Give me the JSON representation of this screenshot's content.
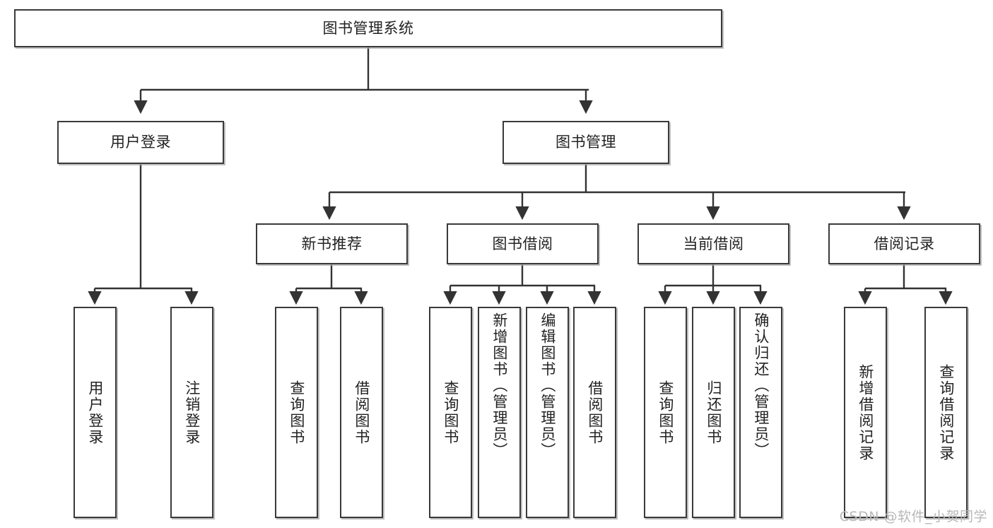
{
  "diagram": {
    "type": "tree",
    "title": "图书管理系统",
    "watermark": "CSDN @软件_小贺同学",
    "colors": {
      "box_border": "#3a3a3a",
      "box_fill": "#ffffff",
      "edge": "#333333",
      "text": "#222222",
      "watermark": "#b8b8b8"
    },
    "nodes": {
      "root": {
        "label": "图书管理系统"
      },
      "level2": [
        {
          "id": "user_login",
          "label": "用户登录"
        },
        {
          "id": "book_manage",
          "label": "图书管理"
        }
      ],
      "level3": [
        {
          "id": "new_book_rec",
          "label": "新书推荐"
        },
        {
          "id": "book_borrow",
          "label": "图书借阅"
        },
        {
          "id": "current_borrow",
          "label": "当前借阅"
        },
        {
          "id": "borrow_record",
          "label": "借阅记录"
        }
      ],
      "leaves": {
        "user_login": [
          {
            "id": "leaf_user_login",
            "label": "用户登录"
          },
          {
            "id": "leaf_user_logout",
            "label": "注销登录"
          }
        ],
        "new_book_rec": [
          {
            "id": "leaf_query_book_1",
            "label": "查询图书"
          },
          {
            "id": "leaf_borrow_book_1",
            "label": "借阅图书"
          }
        ],
        "book_borrow": [
          {
            "id": "leaf_query_book_2",
            "label": "查询图书"
          },
          {
            "id": "leaf_add_book",
            "label": "新增图书（管理员）"
          },
          {
            "id": "leaf_edit_book",
            "label": "编辑图书（管理员）"
          },
          {
            "id": "leaf_borrow_book_2",
            "label": "借阅图书"
          }
        ],
        "current_borrow": [
          {
            "id": "leaf_query_book_3",
            "label": "查询图书"
          },
          {
            "id": "leaf_return_book",
            "label": "归还图书"
          },
          {
            "id": "leaf_confirm_return",
            "label": "确认归还（管理员）"
          }
        ],
        "borrow_record": [
          {
            "id": "leaf_add_record",
            "label": "新增借阅记录"
          },
          {
            "id": "leaf_query_record",
            "label": "查询借阅记录"
          }
        ]
      }
    }
  }
}
